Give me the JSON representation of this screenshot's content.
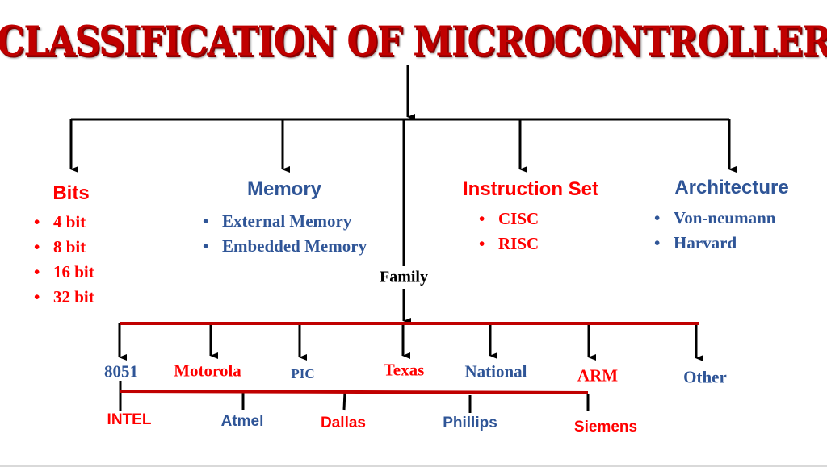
{
  "title": "CLASSIFICATION OF MICROCONTROLLER",
  "categories": {
    "bits": {
      "heading": "Bits",
      "items": [
        "4 bit",
        "8 bit",
        "16 bit",
        "32 bit"
      ]
    },
    "memory": {
      "heading": "Memory",
      "items": [
        "External Memory",
        "Embedded Memory"
      ]
    },
    "instruction_set": {
      "heading": "Instruction Set",
      "items": [
        "CISC",
        "RISC"
      ]
    },
    "architecture": {
      "heading": "Architecture",
      "items": [
        "Von-neumann",
        "Harvard"
      ]
    },
    "family": {
      "heading": "Family"
    }
  },
  "families": [
    "8051",
    "Motorola",
    "PIC",
    "Texas",
    "National",
    "ARM",
    "Other"
  ],
  "manufacturers_8051": [
    "INTEL",
    "Atmel",
    "Dallas",
    "Phillips",
    "Siemens"
  ],
  "colors": {
    "title": "#c00000",
    "red": "#ff0000",
    "blue": "#2f5597",
    "line_red": "#c00000"
  }
}
